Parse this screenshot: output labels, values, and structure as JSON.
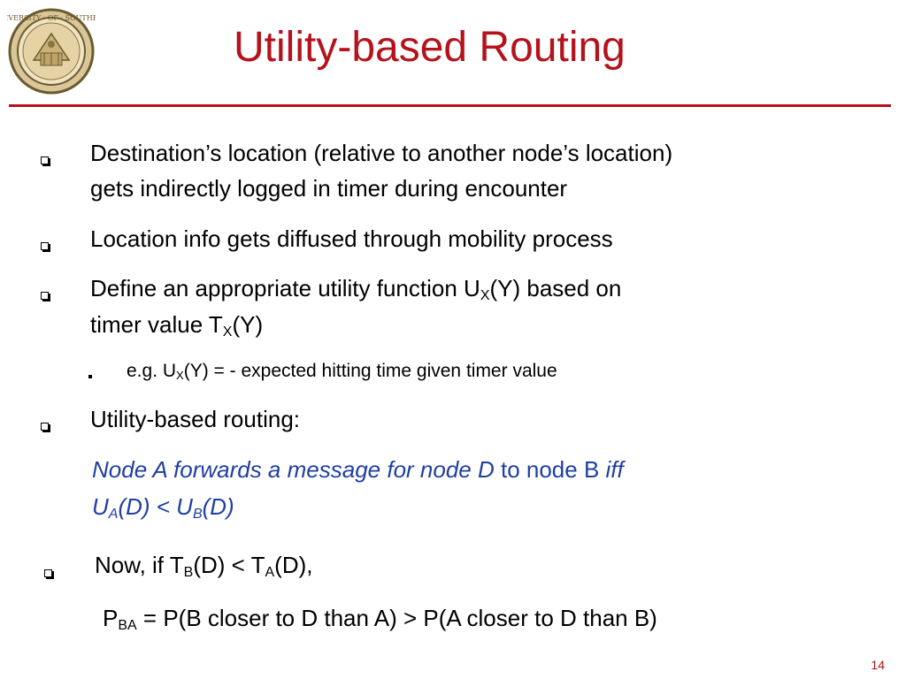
{
  "slide": {
    "title": "Utility-based Routing",
    "page_number": "14",
    "accent_color": "#b5121b",
    "emphasis_color": "#1f3fa3",
    "logo_icon": "university-seal-icon",
    "bullets": [
      {
        "line1": "Destination’s location (relative to another node’s location)",
        "line2": "gets indirectly logged in timer during encounter"
      },
      {
        "text": "Location info gets diffused through mobility process"
      },
      {
        "line1_prefix": "Define an appropriate utility function U",
        "line1_sub": "X",
        "line1_suffix": "(Y) based on",
        "line2_prefix": "timer value T",
        "line2_sub": "X",
        "line2_suffix": "(Y)"
      }
    ],
    "sub_bullet": {
      "prefix": "e.g. U",
      "sub": "X",
      "suffix": "(Y) = - expected hitting time given timer value"
    },
    "bullet_4": "Utility-based routing:",
    "routing_rule": {
      "italic_part": "Node A forwards a message for node D",
      "plain_part": " to node B ",
      "iff": "iff",
      "u_a": "U",
      "u_a_sub": "A",
      "u_a_suffix": "(D) < U",
      "u_b_sub": "B",
      "u_b_suffix": "(D)"
    },
    "bullet_5": {
      "prefix": "Now, if T",
      "sub1": "B",
      "mid": "(D) < T",
      "sub2": "A",
      "suffix": "(D),"
    },
    "probability": {
      "prefix": "P",
      "sub": "BA",
      "suffix": " = P(B closer to D than A) > P(A closer to D than B)"
    }
  }
}
